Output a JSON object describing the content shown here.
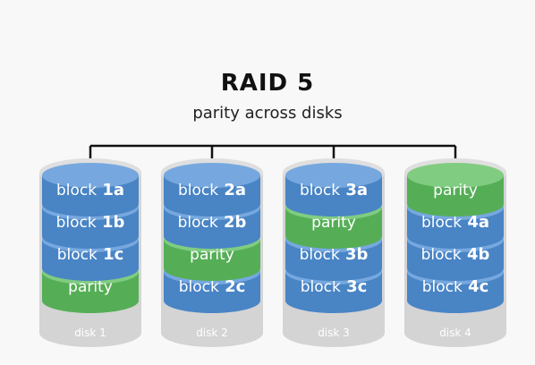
{
  "title": "RAID 5",
  "subtitle": "parity across disks",
  "colors": {
    "data_block": "#4f8fd6",
    "parity_block": "#5cbd5e",
    "disk_body": "#d4d4d4",
    "connector": "#111111",
    "label_text": "#ffffff"
  },
  "disks": [
    {
      "label": "disk 1",
      "blocks": [
        {
          "prefix": "block",
          "id": "1a",
          "type": "data"
        },
        {
          "prefix": "block",
          "id": "1b",
          "type": "data"
        },
        {
          "prefix": "block",
          "id": "1c",
          "type": "data"
        },
        {
          "prefix": "parity",
          "id": "",
          "type": "parity"
        }
      ]
    },
    {
      "label": "disk 2",
      "blocks": [
        {
          "prefix": "block",
          "id": "2a",
          "type": "data"
        },
        {
          "prefix": "block",
          "id": "2b",
          "type": "data"
        },
        {
          "prefix": "parity",
          "id": "",
          "type": "parity"
        },
        {
          "prefix": "block",
          "id": "2c",
          "type": "data"
        }
      ]
    },
    {
      "label": "disk 3",
      "blocks": [
        {
          "prefix": "block",
          "id": "3a",
          "type": "data"
        },
        {
          "prefix": "parity",
          "id": "",
          "type": "parity"
        },
        {
          "prefix": "block",
          "id": "3b",
          "type": "data"
        },
        {
          "prefix": "block",
          "id": "3c",
          "type": "data"
        }
      ]
    },
    {
      "label": "disk 4",
      "blocks": [
        {
          "prefix": "parity",
          "id": "",
          "type": "parity"
        },
        {
          "prefix": "block",
          "id": "4a",
          "type": "data"
        },
        {
          "prefix": "block",
          "id": "4b",
          "type": "data"
        },
        {
          "prefix": "block",
          "id": "4c",
          "type": "data"
        }
      ]
    }
  ]
}
